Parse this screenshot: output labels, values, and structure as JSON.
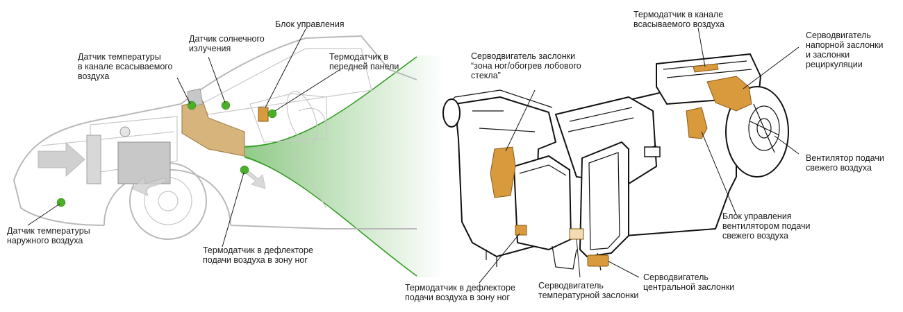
{
  "labels": {
    "intake_temp_sensor_left": "Датчик температуры\nв канале всасываемого\nвоздуха",
    "solar_sensor": "Датчик солнечного\nизлучения",
    "control_unit": "Блок управления",
    "panel_thermo_sensor": "Термодатчик в\nпередней панели",
    "outside_temp_sensor": "Датчик температуры\nнаружного воздуха",
    "foot_duct_sensor_left": "Термодатчик в дефлекторе\nподачи воздуха в зону ног",
    "foot_defrost_servo": "Серводвигатель заслонки\n“зона ног/обогрев лобового\nстекла”",
    "intake_duct_thermo_right": "Термодатчик в канале\nвсасываемого воздуха",
    "recirc_servo": "Серводвигатель\nнапорной заслонки\nи заслонки\nрециркуляции",
    "blower": "Вентилятор подачи\nсвежего воздуха",
    "blower_control": "Блок управления\nвентилятором подачи\nсвежего воздуха",
    "central_servo": "Серводвигатель\nцентральной заслонки",
    "temp_servo": "Серводвигатель\nтемпературной заслонки",
    "foot_duct_sensor_right": "Термодатчик в дефлекторе\nподачи воздуха в зону ног"
  },
  "colors": {
    "sensor_dot": "#4caf2a",
    "actuator": "#d89a3c",
    "highlight_beam": "#4caf2a",
    "car_outline": "#b9b9b9"
  }
}
